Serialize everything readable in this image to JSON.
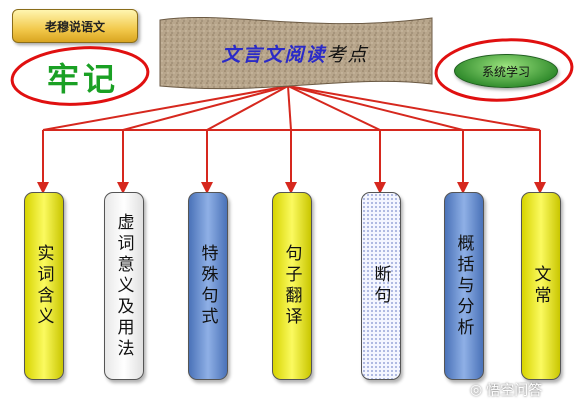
{
  "author_label": "老穆说语文",
  "title": {
    "part1": "文言文阅读",
    "part2": "考点"
  },
  "stamp_text": "牢记",
  "study_button": "系统学习",
  "categories": [
    {
      "label": "实词含义",
      "style": "yellow"
    },
    {
      "label": "虚词意义及用法",
      "style": "white"
    },
    {
      "label": "特殊句式",
      "style": "blue"
    },
    {
      "label": "句子翻译",
      "style": "yellow"
    },
    {
      "label": "断句",
      "style": "dotted"
    },
    {
      "label": "概括与分析",
      "style": "blue"
    },
    {
      "label": "文常",
      "style": "yellow"
    }
  ],
  "watermark": "悟空问答",
  "colors": {
    "arrow": "#d6281e",
    "circle": "#e01010",
    "stamp": "#1aa024"
  }
}
